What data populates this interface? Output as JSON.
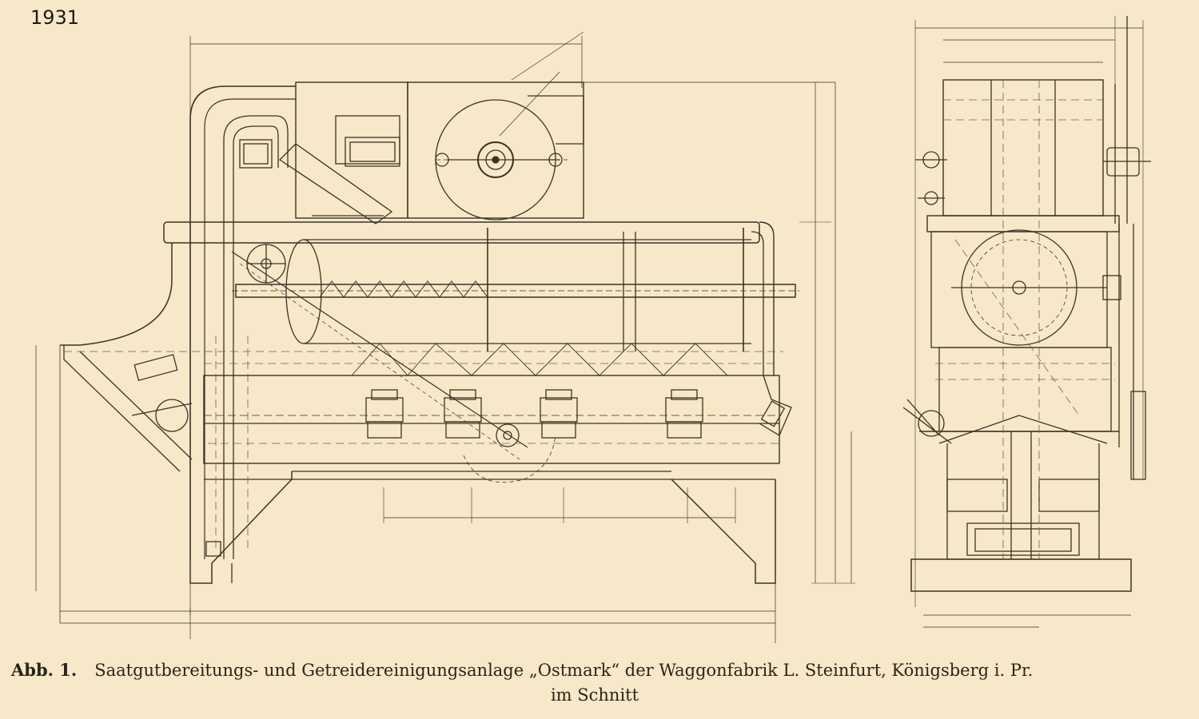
{
  "header": {
    "year": "1931"
  },
  "caption": {
    "label": "Abb. 1.",
    "text_line1": "Saatgutbereitungs- und Getreidereinigungsanlage „Ostmark“ der Waggonfabrik L. Steinfurt, Königsberg i. Pr.",
    "text_line2": "im Schnitt"
  },
  "colors": {
    "paper": "#f6e8c8",
    "ink": "#3a3326",
    "dashed_ink": "#6b614f",
    "text": "#2a241a"
  }
}
